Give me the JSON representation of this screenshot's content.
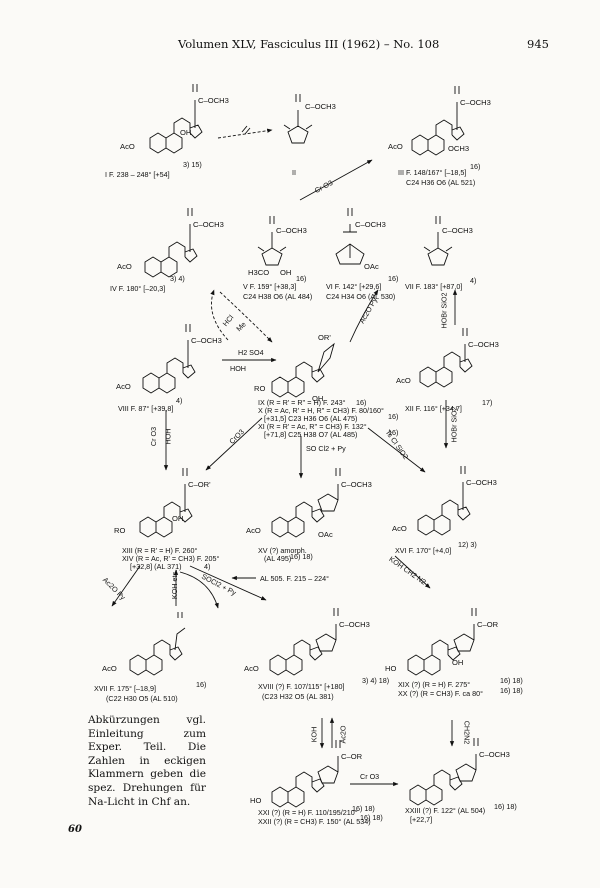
{
  "header": {
    "title": "Volumen XLV, Fasciculus III (1962) – No. 108",
    "page_number": "945",
    "footer_page": "60"
  },
  "groups": {
    "ester": "C–OCH3",
    "ester_r": "C–OR'",
    "acid_r": "C–OR",
    "aco": "AcO",
    "ro": "RO",
    "ho": "HO",
    "oh": "OH",
    "och3": "OCH3",
    "h": "H",
    "h3co": "H3CO",
    "oac": "OAc",
    "or_r": "OR'"
  },
  "compounds": [
    {
      "id": "I",
      "label": "I F. 238 – 248° [+54]",
      "ref": "3) 15)"
    },
    {
      "id": "II",
      "label": "II"
    },
    {
      "id": "III",
      "label": "III F. 148/167° [–18,5]",
      "ref": "16)",
      "formula": "C24 H36 O6 (AL 521)"
    },
    {
      "id": "IV",
      "label": "IV F. 180° [–20,3]",
      "ref": "3) 4)"
    },
    {
      "id": "V",
      "label": "V F. 159° [+38,3]",
      "ref": "16)",
      "formula": "C24 H38 O6 (AL 484)"
    },
    {
      "id": "VI",
      "label": "VI F. 142° [+29,6]",
      "ref": "16)",
      "formula": "C24 H34 O6 (AL 530)"
    },
    {
      "id": "VII",
      "label": "VII F. 183° [+87,0]",
      "ref": "4)"
    },
    {
      "id": "VIII",
      "label": "VIII F. 87° [+39,8]",
      "ref": "4)"
    },
    {
      "id": "IX",
      "label": "IX (R = R' = R'' = H) F. 243°",
      "ref": "16)"
    },
    {
      "id": "X",
      "label": "X (R = Ac, R' = H, R'' = CH3) F. 80/160°",
      "line2": "[+31,5] C23 H36 O6 (AL 475)",
      "ref": "16)"
    },
    {
      "id": "XI",
      "label": "XI (R = R' = Ac, R'' = CH3) F. 132°",
      "line2": "[+71,8] C25 H38 O7 (AL 485)",
      "ref": "16)"
    },
    {
      "id": "XII",
      "label": "XII F. 116° [+34,7]",
      "ref": "17)"
    },
    {
      "id": "XIII",
      "label": "XIII (R = R' = H) F. 260°",
      "ref": ""
    },
    {
      "id": "XIV",
      "label": "XIV (R = Ac, R' = CH3) F. 205°",
      "line2": "[+32,8] (AL 371)",
      "ref": "4)"
    },
    {
      "id": "XV",
      "label": "XV (?) amorph.",
      "line2": "(AL 495)",
      "ref": "16) 18)"
    },
    {
      "id": "XVI",
      "label": "XVI F. 170° [+4,0]",
      "ref": "12) 3)"
    },
    {
      "id": "XVII",
      "label": "XVII F. 175° [–18,9]",
      "ref": "16)",
      "formula": "(C22 H30 O5 (AL 510)"
    },
    {
      "id": "XVIII",
      "label": "XVIII (?) F. 107/115° [+180]",
      "ref": "3) 4) 18)",
      "formula": "(C23 H32 O5 (AL 381)"
    },
    {
      "id": "XIX",
      "label": "XIX (?) (R = H) F. 275°",
      "ref": "16) 18)"
    },
    {
      "id": "XX",
      "label": "XX (?) (R = CH3) F. ca 80°",
      "ref": "16) 18)"
    },
    {
      "id": "XXI",
      "label": "XXI (?) (R = H) F. 110/195/210°",
      "ref": "16) 18)"
    },
    {
      "id": "XXII",
      "label": "XXII (?) (R = CH3) F. 150° (AL 534)",
      "ref": "16) 18)"
    },
    {
      "id": "XXIII",
      "label": "XXIII (?) F. 122° (AL 504)",
      "ref": "16) 18)",
      "line2": "[+22,7]"
    }
  ],
  "reagents": {
    "cro3_top": "Cr O3",
    "hcl": "HCl",
    "me": "Me",
    "h2so4": "H2 SO4",
    "hoh": "HOH",
    "ac2o_py": "Ac2O Py",
    "hobr_sio2": "HOBr SiO2",
    "cro3_left": "Cr O3",
    "hoh_left": "HOH",
    "cro3_mid": "CrO3",
    "tscl_sio2": "Ts Cl SiO2",
    "hobr_sio2_2": "HOBr SiO2",
    "socl2_py": "SO Cl2 + Py",
    "ac2o_py_2": "Ac2O Py",
    "koh_etc": "KOH etc.",
    "socl2_py_2": "SOCl2 + Py",
    "al505": "AL 505. F. 215 – 224°",
    "koh_ch2n2": "KOH CH2 N2",
    "koh": "KOH",
    "ac2o": "Ac2O",
    "cro3_bottom": "Cr O3",
    "ch2n2_down": "CH2N2"
  },
  "caption": "Abkürzungen vgl. Einleitung zum Exper. Teil. Die Zahlen in eckigen Klammern geben die spez. Drehungen für Na-Licht in Chf an."
}
